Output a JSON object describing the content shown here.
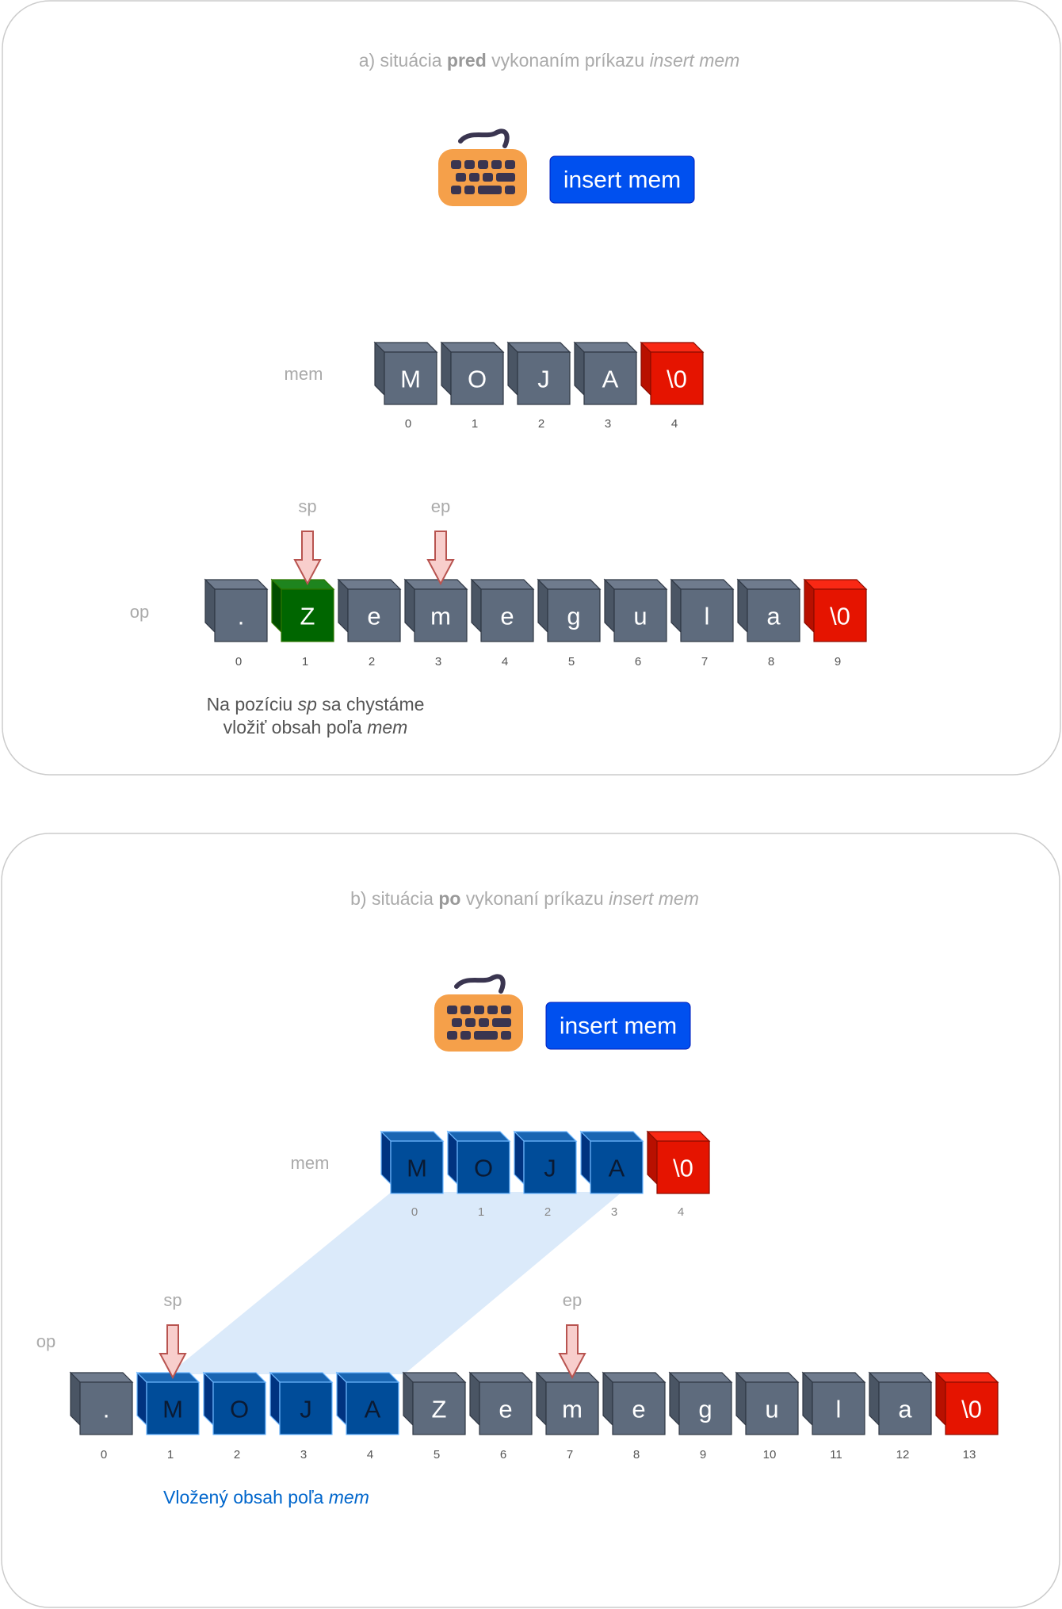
{
  "panel_a": {
    "title": {
      "prefix": "a) situácia ",
      "bold": "pred",
      "middle": " vykonaním príkazu ",
      "italic": "insert mem"
    },
    "command_label": "insert mem",
    "mem": {
      "label": "mem",
      "cells": [
        {
          "char": "M",
          "index": "0",
          "type": "normal"
        },
        {
          "char": "O",
          "index": "1",
          "type": "normal"
        },
        {
          "char": "J",
          "index": "2",
          "type": "normal"
        },
        {
          "char": "A",
          "index": "3",
          "type": "normal"
        },
        {
          "char": "\\0",
          "index": "4",
          "type": "terminator"
        }
      ]
    },
    "op": {
      "label": "op",
      "cells": [
        {
          "char": ".",
          "index": "0",
          "type": "normal"
        },
        {
          "char": "Z",
          "index": "1",
          "type": "highlight"
        },
        {
          "char": "e",
          "index": "2",
          "type": "normal"
        },
        {
          "char": "m",
          "index": "3",
          "type": "normal"
        },
        {
          "char": "e",
          "index": "4",
          "type": "normal"
        },
        {
          "char": "g",
          "index": "5",
          "type": "normal"
        },
        {
          "char": "u",
          "index": "6",
          "type": "normal"
        },
        {
          "char": "l",
          "index": "7",
          "type": "normal"
        },
        {
          "char": "a",
          "index": "8",
          "type": "normal"
        },
        {
          "char": "\\0",
          "index": "9",
          "type": "terminator"
        }
      ]
    },
    "pointers": [
      {
        "label": "sp",
        "index": 1
      },
      {
        "label": "ep",
        "index": 3
      }
    ],
    "note": {
      "line1_prefix": "Na pozíciu ",
      "line1_italic": "sp",
      "line1_suffix": " sa chystáme",
      "line2_prefix": "vložiť obsah poľa ",
      "line2_italic": "mem"
    }
  },
  "panel_b": {
    "title": {
      "prefix": "b) situácia ",
      "bold": "po",
      "middle": " vykonaní príkazu ",
      "italic": "insert mem"
    },
    "command_label": "insert mem",
    "mem": {
      "label": "mem",
      "cells": [
        {
          "char": "M",
          "index": "0",
          "type": "inserted"
        },
        {
          "char": "O",
          "index": "1",
          "type": "inserted"
        },
        {
          "char": "J",
          "index": "2",
          "type": "inserted"
        },
        {
          "char": "A",
          "index": "3",
          "type": "inserted"
        },
        {
          "char": "\\0",
          "index": "4",
          "type": "terminator"
        }
      ]
    },
    "op": {
      "label": "op",
      "cells": [
        {
          "char": ".",
          "index": "0",
          "type": "normal"
        },
        {
          "char": "M",
          "index": "1",
          "type": "inserted"
        },
        {
          "char": "O",
          "index": "2",
          "type": "inserted"
        },
        {
          "char": "J",
          "index": "3",
          "type": "inserted"
        },
        {
          "char": "A",
          "index": "4",
          "type": "inserted"
        },
        {
          "char": "Z",
          "index": "5",
          "type": "normal"
        },
        {
          "char": "e",
          "index": "6",
          "type": "normal"
        },
        {
          "char": "m",
          "index": "7",
          "type": "normal"
        },
        {
          "char": "e",
          "index": "8",
          "type": "normal"
        },
        {
          "char": "g",
          "index": "9",
          "type": "normal"
        },
        {
          "char": "u",
          "index": "10",
          "type": "normal"
        },
        {
          "char": "l",
          "index": "11",
          "type": "normal"
        },
        {
          "char": "a",
          "index": "12",
          "type": "normal"
        },
        {
          "char": "\\0",
          "index": "13",
          "type": "terminator"
        }
      ]
    },
    "pointers": [
      {
        "label": "sp",
        "index": 1
      },
      {
        "label": "ep",
        "index": 7
      }
    ],
    "note": {
      "prefix": "Vložený obsah poľa ",
      "italic": "mem"
    }
  },
  "colors": {
    "normal_front": "#5e6b7d",
    "normal_side": "#4a5564",
    "normal_top": "#6f7b8d",
    "highlight_front": "#006600",
    "inserted_front": "#004c99",
    "terminator_front": "#e51400",
    "terminator_side": "#b81000",
    "command_button": "#0050ef",
    "pointer_fill": "#f8cecc",
    "pointer_stroke": "#b85450",
    "keyboard_body": "#f5a04a",
    "keyboard_keys": "#3a3550",
    "copy_area": "#dbeafa"
  }
}
